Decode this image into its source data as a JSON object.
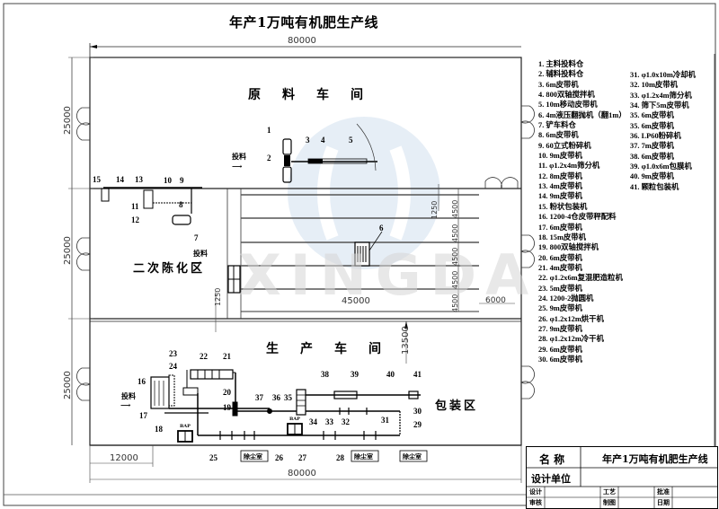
{
  "drawing": {
    "title": "年产1万吨有机肥生产线",
    "dims": {
      "top_width": "80000",
      "bottom_width": "80000",
      "left_sections": [
        "25000",
        "25000",
        "25000"
      ],
      "row_spacings": [
        "4500",
        "4500",
        "4500",
        "4500",
        "4500"
      ],
      "gap_1250_top": "1250",
      "gap_1250_left": "1250",
      "length_45000": "45000",
      "width_6000": "6000",
      "height_13500": "13500",
      "offset_12000": "12000"
    },
    "zones": {
      "raw_material": "原料车间",
      "secondary_aging": "二次陈化区",
      "production": "生产车间",
      "packaging": "包装区"
    },
    "feed_labels": {
      "raw_feed": "投料",
      "aging_feed": "投料",
      "production_feed": "投料"
    },
    "dust_rooms": [
      "除尘室",
      "除尘室",
      "除尘室"
    ],
    "dust_unit_label": "BAP",
    "watermark": "XINGDA"
  },
  "legend": {
    "col1": [
      "1. 主料投料仓",
      "2. 辅料投料仓",
      "3. 6m皮带机",
      "4. 800双轴搅拌机",
      "5. 10m移动皮带机",
      "6. 4m液压翻抛机（翻1m）",
      "7. 铲车料仓",
      "8. 6m皮带机",
      "9. 60立式粉碎机",
      "10. 9m皮带机",
      "11. φ1.2x4m筛分机",
      "12. 8m皮带机",
      "13. 4m皮带机",
      "14. 9m皮带机",
      "15. 粉状包装机",
      "16. 1200-4仓皮带秤配料",
      "17. 6m皮带机",
      "18. 15m皮带机",
      "19. 800双轴搅拌机",
      "20. 6m皮带机",
      "21. 4m皮带机",
      "22. φ1.2x6m复混肥造粒机",
      "23. 5m皮带机",
      "24. 1200-2抛圆机",
      "25. 9m皮带机",
      "26. φ1.2x12m烘干机",
      "27. 9m皮带机",
      "28. φ1.2x12m冷干机",
      "29. 6m皮带机",
      "30. 6m皮带机"
    ],
    "col2": [
      "31. φ1.0x10m冷却机",
      "32. 10m皮带机",
      "33. φ1.2x4m筛分机",
      "34. 筛下5m皮带机",
      "35. 6m皮带机",
      "35. 6m皮带机",
      "36. LP60粉碎机",
      "37. 7m皮带机",
      "38. 6m皮带机",
      "39. φ1.0x6m包膜机",
      "40. 9m皮带机",
      "41. 颗粒包装机"
    ]
  },
  "title_block": {
    "name_label": "名 称",
    "name_value": "年产1万吨有机肥生产线",
    "unit_label": "设计单位",
    "unit_value": "",
    "row3": [
      "设计",
      "",
      "工艺",
      "",
      "批准",
      ""
    ],
    "row4": [
      "审核",
      "",
      "制图",
      "",
      "日期",
      ""
    ]
  },
  "callouts": [
    "1",
    "2",
    "3",
    "4",
    "5",
    "6",
    "7",
    "8",
    "9",
    "10",
    "11",
    "12",
    "13",
    "14",
    "15",
    "16",
    "17",
    "18",
    "19",
    "20",
    "21",
    "22",
    "23",
    "24",
    "25",
    "26",
    "27",
    "28",
    "29",
    "30",
    "31",
    "32",
    "33",
    "34",
    "35",
    "36",
    "37",
    "38",
    "39",
    "40",
    "41"
  ]
}
